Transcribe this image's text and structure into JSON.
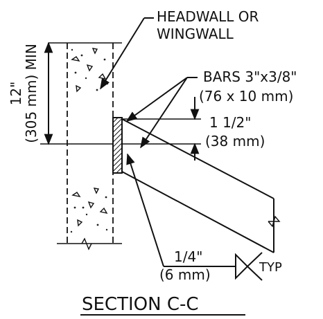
{
  "labels": {
    "headwall_line1": "HEADWALL OR",
    "headwall_line2": "WINGWALL",
    "bars_line1": "BARS 3\"x3/8\"",
    "bars_line2": "(76 x 10 mm)",
    "gap_line1": "1 1/2\"",
    "gap_line2": "(38 mm)",
    "height_line1": "12\"",
    "height_line2": "(305 mm) MIN",
    "weld_line1": "1/4\"",
    "weld_line2": "(6 mm)",
    "weld_note": "TYP",
    "section_title": "SECTION C-C"
  }
}
